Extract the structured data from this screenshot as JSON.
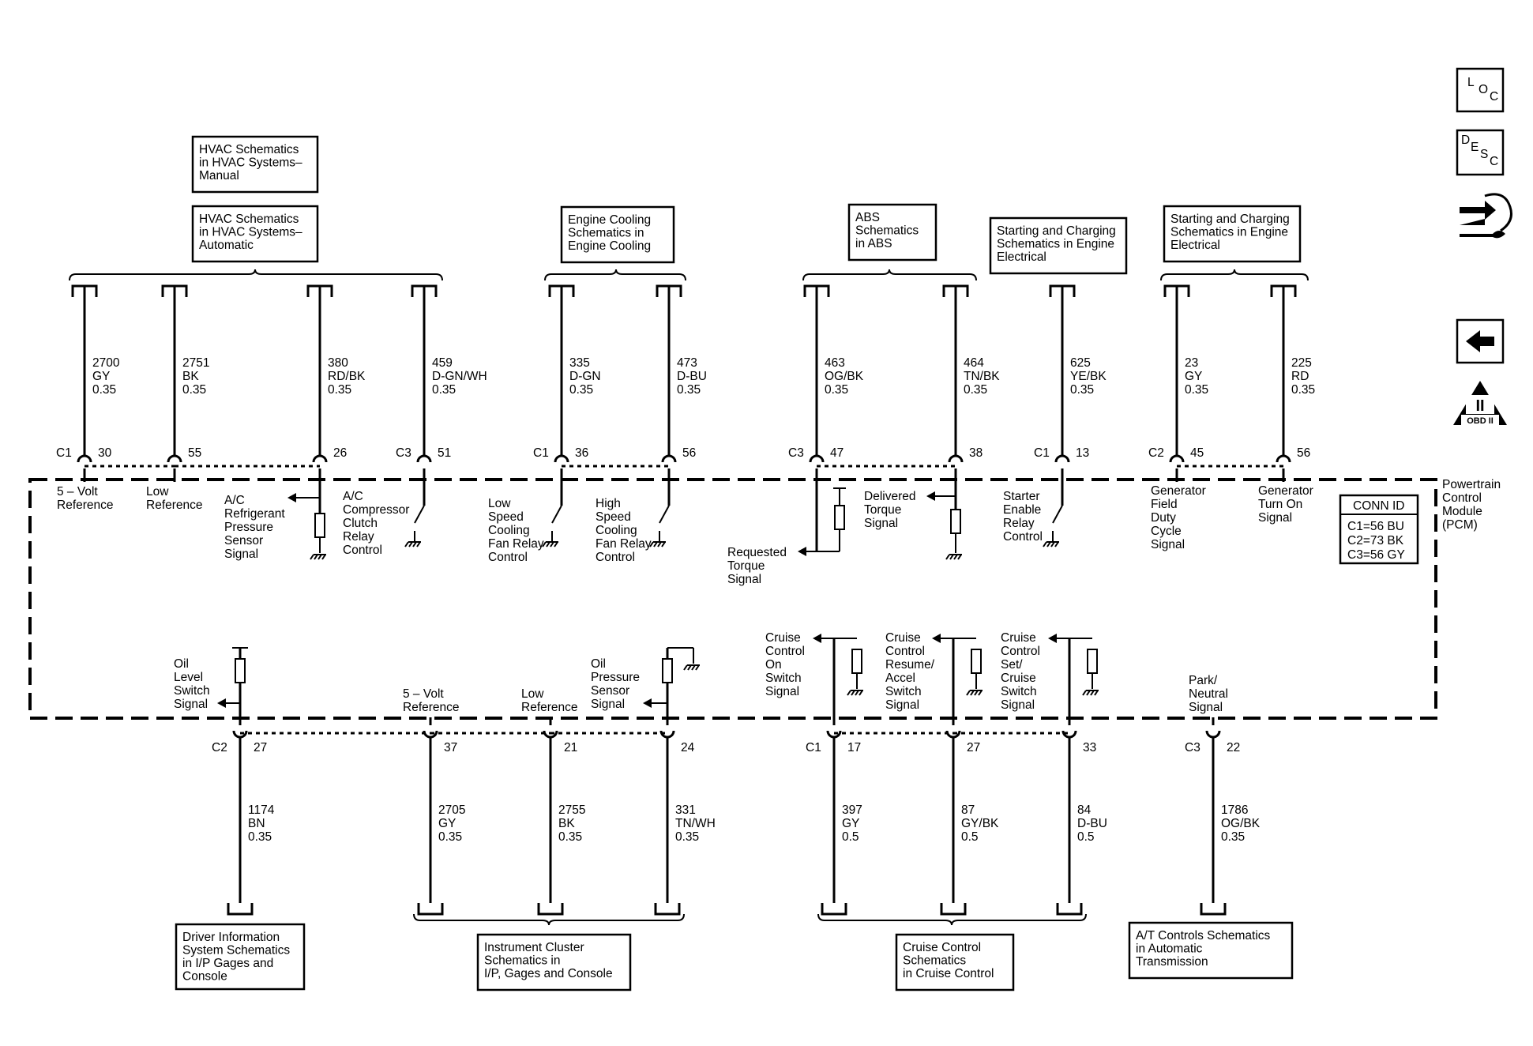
{
  "module": {
    "label": [
      "Powertrain",
      "Control",
      "Module",
      "(PCM)"
    ]
  },
  "conn_id": {
    "title": "CONN ID",
    "lines": [
      "C1=56 BU",
      "C2=73 BK",
      "C3=56 GY"
    ]
  },
  "side_icons": {
    "loc": [
      "L",
      "O",
      "C"
    ],
    "desc": [
      "D",
      "E",
      "S",
      "C"
    ],
    "obd": "OBD II",
    "obd_mark": "II"
  },
  "top_boxes": [
    {
      "id": "hvac-manual",
      "lines": [
        "HVAC Schematics",
        "in HVAC Systems–",
        "Manual"
      ]
    },
    {
      "id": "hvac-auto",
      "lines": [
        "HVAC Schematics",
        "in HVAC Systems–",
        "Automatic"
      ]
    },
    {
      "id": "engine-cooling",
      "lines": [
        "Engine Cooling",
        "Schematics in",
        "Engine Cooling"
      ]
    },
    {
      "id": "abs",
      "lines": [
        "ABS",
        "Schematics",
        "in ABS"
      ]
    },
    {
      "id": "starting-1",
      "lines": [
        "Starting and Charging",
        "Schematics in Engine",
        "Electrical"
      ]
    },
    {
      "id": "starting-2",
      "lines": [
        "Starting and Charging",
        "Schematics in Engine",
        "Electrical"
      ]
    }
  ],
  "bottom_boxes": [
    {
      "id": "driver-info",
      "lines": [
        "Driver Information",
        "System Schematics",
        "in I/P Gages and",
        "Console"
      ]
    },
    {
      "id": "instrument-cluster",
      "lines": [
        "Instrument Cluster",
        "Schematics in",
        "I/P, Gages and Console"
      ]
    },
    {
      "id": "cruise-control",
      "lines": [
        "Cruise Control",
        "Schematics",
        "in Cruise Control"
      ]
    },
    {
      "id": "at-controls",
      "lines": [
        "A/T Controls Schematics",
        "in Automatic",
        "Transmission"
      ]
    }
  ],
  "top_circuits": [
    {
      "conn": "C1",
      "pin": "30",
      "circuit": "2700",
      "color": "GY",
      "size": "0.35",
      "signal": [
        "5 – Volt",
        "Reference"
      ]
    },
    {
      "conn": "",
      "pin": "55",
      "circuit": "2751",
      "color": "BK",
      "size": "0.35",
      "signal": [
        "Low",
        "Reference"
      ]
    },
    {
      "conn": "",
      "pin": "26",
      "circuit": "380",
      "color": "RD/BK",
      "size": "0.35",
      "signal": [
        "A/C",
        "Refrigerant",
        "Pressure",
        "Sensor",
        "Signal"
      ]
    },
    {
      "conn": "C3",
      "pin": "51",
      "circuit": "459",
      "color": "D-GN/WH",
      "size": "0.35",
      "signal": [
        "A/C",
        "Compressor",
        "Clutch",
        "Relay",
        "Control"
      ]
    },
    {
      "conn": "C1",
      "pin": "36",
      "circuit": "335",
      "color": "D-GN",
      "size": "0.35",
      "signal": [
        "Low",
        "Speed",
        "Cooling",
        "Fan Relay",
        "Control"
      ]
    },
    {
      "conn": "",
      "pin": "56",
      "circuit": "473",
      "color": "D-BU",
      "size": "0.35",
      "signal": [
        "High",
        "Speed",
        "Cooling",
        "Fan Relay",
        "Control"
      ]
    },
    {
      "conn": "C3",
      "pin": "47",
      "circuit": "463",
      "color": "OG/BK",
      "size": "0.35",
      "signal": [
        "Requested",
        "Torque",
        "Signal"
      ]
    },
    {
      "conn": "",
      "pin": "38",
      "circuit": "464",
      "color": "TN/BK",
      "size": "0.35",
      "signal": [
        "Delivered",
        "Torque",
        "Signal"
      ]
    },
    {
      "conn": "C1",
      "pin": "13",
      "circuit": "625",
      "color": "YE/BK",
      "size": "0.35",
      "signal": [
        "Starter",
        "Enable",
        "Relay",
        "Control"
      ]
    },
    {
      "conn": "C2",
      "pin": "45",
      "circuit": "23",
      "color": "GY",
      "size": "0.35",
      "signal": [
        "Generator",
        "Field",
        "Duty",
        "Cycle",
        "Signal"
      ]
    },
    {
      "conn": "",
      "pin": "56",
      "circuit": "225",
      "color": "RD",
      "size": "0.35",
      "signal": [
        "Generator",
        "Turn On",
        "Signal"
      ]
    }
  ],
  "bottom_circuits": [
    {
      "conn": "C2",
      "pin": "27",
      "circuit": "1174",
      "color": "BN",
      "size": "0.35",
      "signal": [
        "Oil",
        "Level",
        "Switch",
        "Signal"
      ]
    },
    {
      "conn": "",
      "pin": "37",
      "circuit": "2705",
      "color": "GY",
      "size": "0.35",
      "signal": [
        "5 – Volt",
        "Reference"
      ]
    },
    {
      "conn": "",
      "pin": "21",
      "circuit": "2755",
      "color": "BK",
      "size": "0.35",
      "signal": [
        "Low",
        "Reference"
      ]
    },
    {
      "conn": "",
      "pin": "24",
      "circuit": "331",
      "color": "TN/WH",
      "size": "0.35",
      "signal": [
        "Oil",
        "Pressure",
        "Sensor",
        "Signal"
      ]
    },
    {
      "conn": "C1",
      "pin": "17",
      "circuit": "397",
      "color": "GY",
      "size": "0.5",
      "signal": [
        "Cruise",
        "Control",
        "On",
        "Switch",
        "Signal"
      ]
    },
    {
      "conn": "",
      "pin": "27",
      "circuit": "87",
      "color": "GY/BK",
      "size": "0.5",
      "signal": [
        "Cruise",
        "Control",
        "Resume/",
        "Accel",
        "Switch",
        "Signal"
      ]
    },
    {
      "conn": "",
      "pin": "33",
      "circuit": "84",
      "color": "D-BU",
      "size": "0.5",
      "signal": [
        "Cruise",
        "Control",
        "Set/",
        "Cruise",
        "Switch",
        "Signal"
      ]
    },
    {
      "conn": "C3",
      "pin": "22",
      "circuit": "1786",
      "color": "OG/BK",
      "size": "0.35",
      "signal": [
        "Park/",
        "Neutral",
        "Signal"
      ]
    }
  ]
}
